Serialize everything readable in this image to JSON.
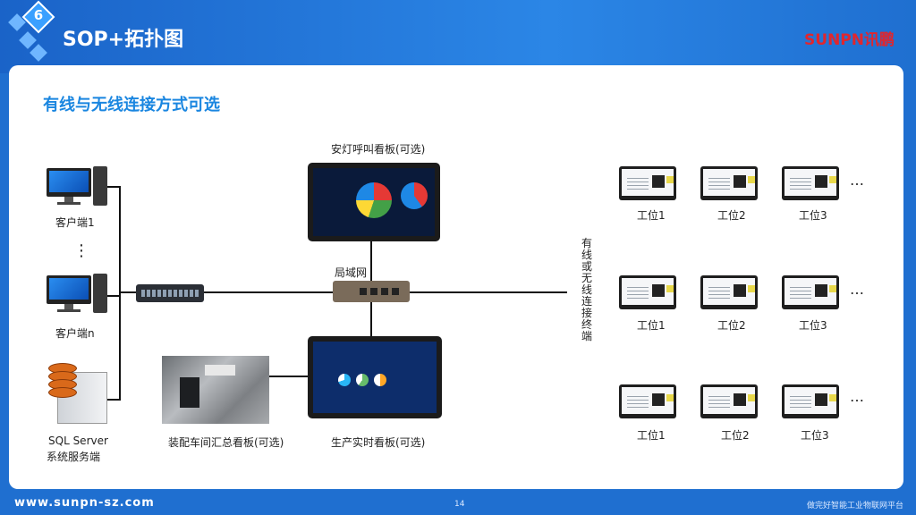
{
  "header": {
    "badge": "6",
    "title": "SOP+拓扑图",
    "brand_en": "SUNPN",
    "brand_cn": "讯鹏"
  },
  "subtitle": "有线与无线连接方式可选",
  "nodes": {
    "andon_board": "安灯呼叫看板(可选)",
    "lan": "局域网",
    "client1": "客户端1",
    "dots": "⋮",
    "clientn": "客户端n",
    "server_line1": "SQL  Server",
    "server_line2": "系统服务端",
    "workshop_board": "装配车间汇总看板(可选)",
    "production_board": "生产实时看板(可选)",
    "terminal_note": "有线或无线连接终端"
  },
  "stations": {
    "rows": [
      [
        "工位1",
        "工位2",
        "工位3"
      ],
      [
        "工位1",
        "工位2",
        "工位3"
      ],
      [
        "工位1",
        "工位2",
        "工位3"
      ]
    ],
    "ellipsis": "…"
  },
  "footer": {
    "url": "www.sunpn-sz.com",
    "page": "14",
    "slogan": "做完好智能工业物联网平台"
  },
  "colors": {
    "header_blue": "#1f6fd0",
    "title_blue": "#1a86e0",
    "brand_red": "#e0262e"
  }
}
